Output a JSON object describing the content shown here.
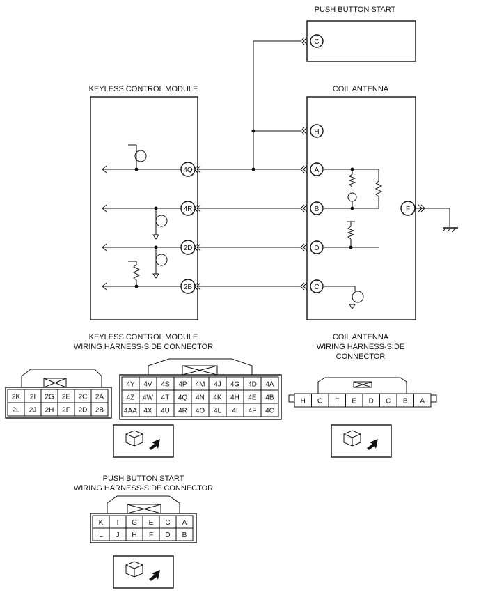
{
  "labels": {
    "push_button_start": "PUSH BUTTON START",
    "keyless_control_module": "KEYLESS CONTROL MODULE",
    "coil_antenna": "COIL ANTENNA",
    "kcm_connector_line1": "KEYLESS CONTROL MODULE",
    "kcm_connector_line2": "WIRING HARNESS-SIDE CONNECTOR",
    "coil_connector_line1": "COIL ANTENNA",
    "coil_connector_line2": "WIRING HARNESS-SIDE",
    "coil_connector_line3": "CONNECTOR",
    "pbs_connector_line1": "PUSH BUTTON START",
    "pbs_connector_line2": "WIRING HARNESS-SIDE CONNECTOR"
  },
  "pins": {
    "pbs_c": "C",
    "kcm_4q": "4Q",
    "kcm_4r": "4R",
    "kcm_2d": "2D",
    "kcm_2b": "2B",
    "coil_h": "H",
    "coil_a": "A",
    "coil_b": "B",
    "coil_d": "D",
    "coil_c": "C",
    "coil_f": "F"
  },
  "connectors": {
    "kcm_small": [
      [
        "2K",
        "2I",
        "2G",
        "2E",
        "2C",
        "2A"
      ],
      [
        "2L",
        "2J",
        "2H",
        "2F",
        "2D",
        "2B"
      ]
    ],
    "kcm_large": [
      [
        "4Y",
        "4V",
        "4S",
        "4P",
        "4M",
        "4J",
        "4G",
        "4D",
        "4A"
      ],
      [
        "4Z",
        "4W",
        "4T",
        "4Q",
        "4N",
        "4K",
        "4H",
        "4E",
        "4B"
      ],
      [
        "4AA",
        "4X",
        "4U",
        "4R",
        "4O",
        "4L",
        "4I",
        "4F",
        "4C"
      ]
    ],
    "coil": [
      "H",
      "G",
      "F",
      "E",
      "D",
      "C",
      "B",
      "A"
    ],
    "pbs": [
      [
        "K",
        "I",
        "G",
        "E",
        "C",
        "A"
      ],
      [
        "L",
        "J",
        "H",
        "F",
        "D",
        "B"
      ]
    ]
  }
}
